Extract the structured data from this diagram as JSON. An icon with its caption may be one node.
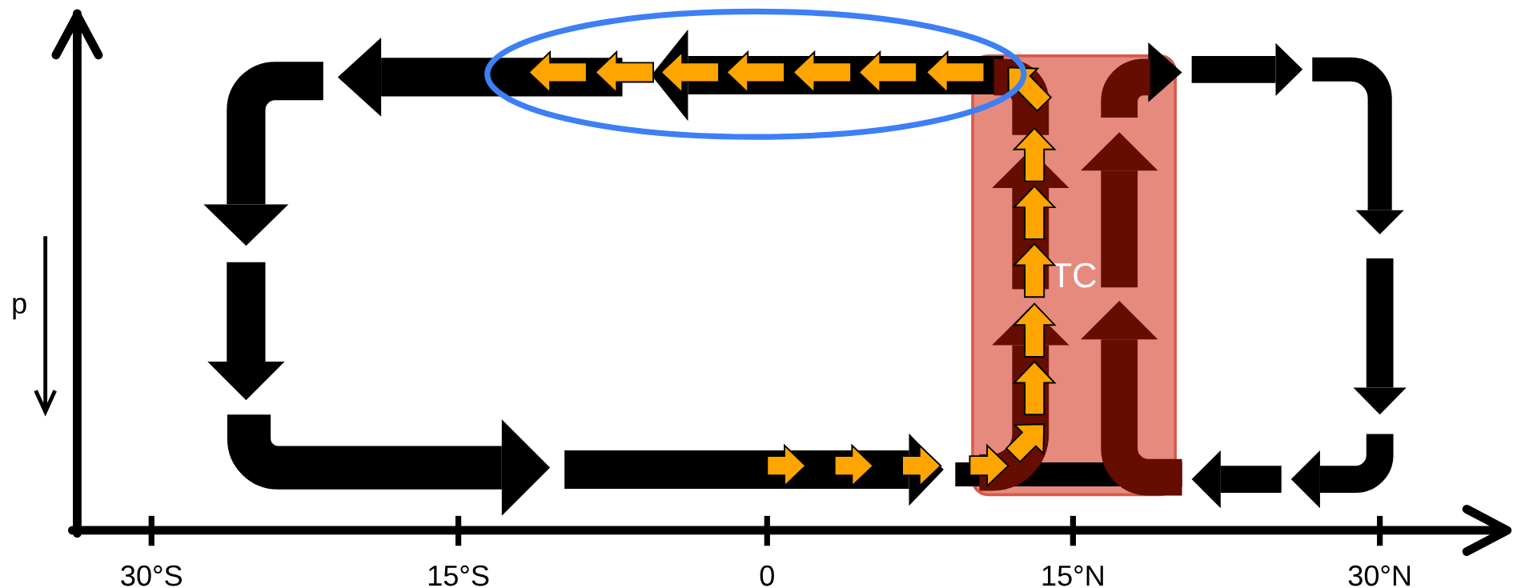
{
  "diagram": {
    "nodes": [
      {
        "text": [
          "TC"
        ]
      }
    ],
    "labels": [
      "p",
      "30°S",
      "15°S",
      "0",
      "15°N",
      "30°N"
    ]
  }
}
